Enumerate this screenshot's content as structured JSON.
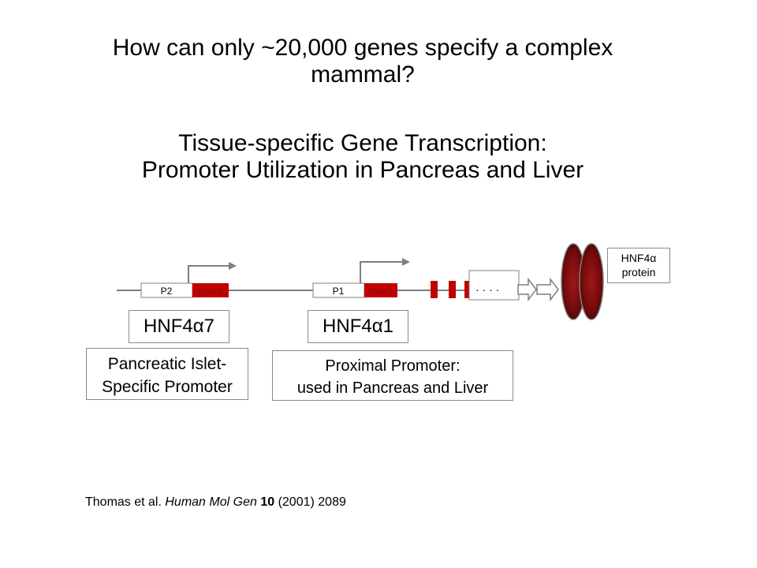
{
  "title_question": {
    "line1": "How can only ~20,000 genes specify a complex",
    "line2": "mammal?"
  },
  "title_topic": {
    "line1": "Tissue-specific Gene Transcription:",
    "line2": "Promoter Utilization in Pancreas and Liver"
  },
  "diagram": {
    "promoter_p2": "P2",
    "exon_p2": "Exon 1",
    "promoter_p1": "P1",
    "exon_p1": "Exon 1",
    "continuation_dots": "· · · ·",
    "isoform_islet": "HNF4α7",
    "isoform_proximal": "HNF4α1",
    "islet_promoter_desc": {
      "line1": "Pancreatic Islet-",
      "line2": "Specific Promoter"
    },
    "proximal_promoter_desc": {
      "line1": "Proximal Promoter:",
      "line2": "used in Pancreas and Liver"
    },
    "protein_label": {
      "line1": "HNF4α",
      "line2": "protein"
    },
    "colors": {
      "exon": "#c00000",
      "protein": "#8b1010",
      "line": "#7f7f7f"
    }
  },
  "citation": {
    "authors": "Thomas et al. ",
    "journal": "Human Mol Gen",
    "volume": "10",
    "rest": " (2001) 2089"
  }
}
